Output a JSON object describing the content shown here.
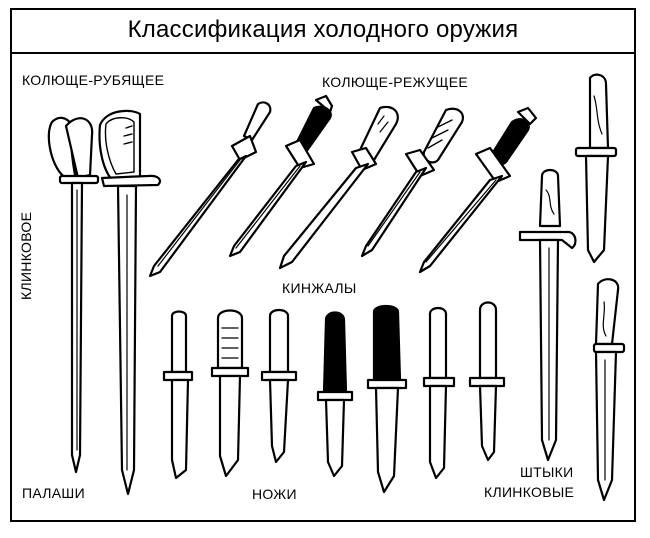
{
  "title": "Классификация холодного оружия",
  "labels": {
    "piercing_chopping": "КОЛЮЩЕ-РУБЯЩЕЕ",
    "piercing_cutting": "КОЛЮЩЕ-РЕЖУЩЕЕ",
    "bladed": "КЛИНКОВОЕ",
    "daggers": "КИНЖАЛЫ",
    "broadswords": "ПАЛАШИ",
    "knives": "НОЖИ",
    "bayonets_line1": "ШТЫКИ",
    "bayonets_line2": "КЛИНКОВЫЕ"
  }
}
